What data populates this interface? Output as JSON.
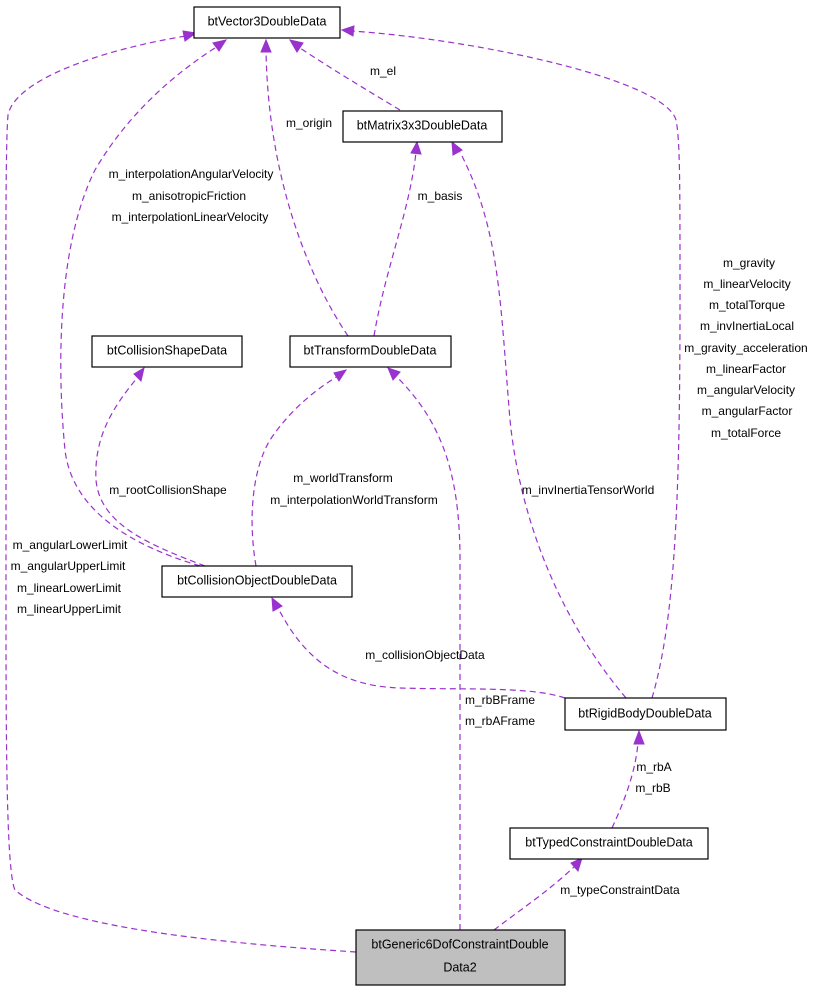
{
  "nodes": {
    "btVector3DoubleData": "btVector3DoubleData",
    "btMatrix3x3DoubleData": "btMatrix3x3DoubleData",
    "btCollisionShapeData": "btCollisionShapeData",
    "btTransformDoubleData": "btTransformDoubleData",
    "btCollisionObjectDoubleData": "btCollisionObjectDoubleData",
    "btRigidBodyDoubleData": "btRigidBodyDoubleData",
    "btTypedConstraintDoubleData": "btTypedConstraintDoubleData",
    "btGeneric6DofConstraintDoubleData": [
      "btGeneric6DofConstraintDouble",
      "Data2"
    ]
  },
  "edges": [
    {
      "from": "btMatrix3x3DoubleData",
      "to": "btVector3DoubleData",
      "labels": [
        "m_el"
      ]
    },
    {
      "from": "btTransformDoubleData",
      "to": "btVector3DoubleData",
      "labels": [
        "m_origin"
      ]
    },
    {
      "from": "btTransformDoubleData",
      "to": "btMatrix3x3DoubleData",
      "labels": [
        "m_basis"
      ]
    },
    {
      "from": "btCollisionObjectDoubleData",
      "to": "btVector3DoubleData",
      "labels": [
        "m_interpolationAngularVelocity",
        "m_anisotropicFriction",
        "m_interpolationLinearVelocity"
      ]
    },
    {
      "from": "btCollisionObjectDoubleData",
      "to": "btCollisionShapeData",
      "labels": [
        "m_rootCollisionShape"
      ]
    },
    {
      "from": "btCollisionObjectDoubleData",
      "to": "btTransformDoubleData",
      "labels": [
        "m_worldTransform",
        "m_interpolationWorldTransform"
      ]
    },
    {
      "from": "btRigidBodyDoubleData",
      "to": "btVector3DoubleData",
      "labels": [
        "m_gravity",
        "m_linearVelocity",
        "m_totalTorque",
        "m_invInertiaLocal",
        "m_gravity_acceleration",
        "m_linearFactor",
        "m_angularVelocity",
        "m_angularFactor",
        "m_totalForce"
      ]
    },
    {
      "from": "btRigidBodyDoubleData",
      "to": "btMatrix3x3DoubleData",
      "labels": [
        "m_invInertiaTensorWorld"
      ]
    },
    {
      "from": "btRigidBodyDoubleData",
      "to": "btCollisionObjectDoubleData",
      "labels": [
        "m_collisionObjectData"
      ]
    },
    {
      "from": "btTypedConstraintDoubleData",
      "to": "btRigidBodyDoubleData",
      "labels": [
        "m_rbA",
        "m_rbB"
      ]
    },
    {
      "from": "btGeneric6DofConstraintDoubleData",
      "to": "btVector3DoubleData",
      "labels": [
        "m_angularLowerLimit",
        "m_angularUpperLimit",
        "m_linearLowerLimit",
        "m_linearUpperLimit"
      ]
    },
    {
      "from": "btGeneric6DofConstraintDoubleData",
      "to": "btTransformDoubleData",
      "labels": [
        "m_rbBFrame",
        "m_rbAFrame"
      ]
    },
    {
      "from": "btGeneric6DofConstraintDoubleData",
      "to": "btTypedConstraintDoubleData",
      "labels": [
        "m_typeConstraintData"
      ]
    }
  ],
  "colors": {
    "edge": "#9a32cd",
    "focus_fill": "#bfbfbf",
    "node_border": "#000000"
  }
}
